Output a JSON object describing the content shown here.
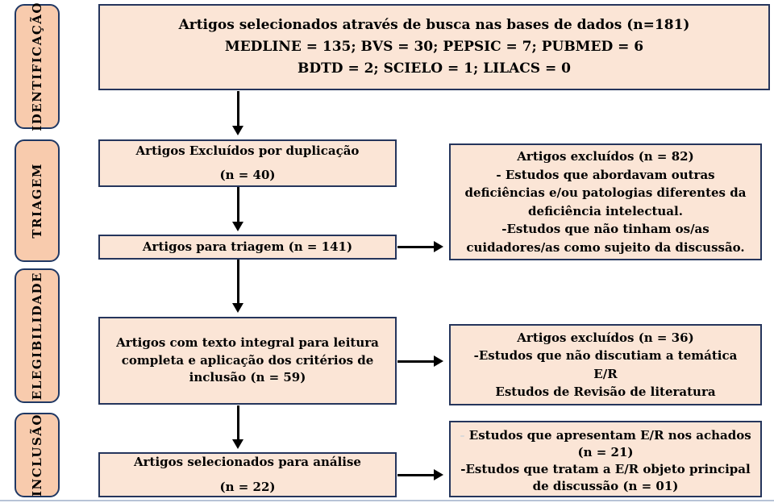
{
  "stages": [
    {
      "label": "IDENTIFICAÇÃO"
    },
    {
      "label": "TRIAGEM"
    },
    {
      "label": "ELEGIBILIDADE"
    },
    {
      "label": "INCLUSÃO"
    }
  ],
  "boxes": {
    "source": {
      "line1": "Artigos selecionados através de busca nas bases de dados (n=181)",
      "line2": "MEDLINE = 135; BVS = 30; PEPSIC = 7; PUBMED = 6",
      "line3": "BDTD = 2; SCIELO = 1; LILACS = 0"
    },
    "duplicates": {
      "line1": "Artigos Excluídos por duplicação",
      "line2": "(n = 40)"
    },
    "screening": {
      "text": "Artigos para triagem (n = 141)"
    },
    "fulltext": {
      "text": "Artigos com texto integral para leitura completa e aplicação dos critérios de inclusão (n = 59)"
    },
    "selected": {
      "line1": "Artigos selecionados para análise",
      "line2": "(n = 22)"
    },
    "excluded_screening": {
      "title": "Artigos excluídos (n = 82)",
      "item1": "- Estudos que abordavam outras deficiências e/ou patologias diferentes da deficiência intelectual.",
      "item2": "-Estudos que não tinham os/as cuidadores/as como sujeito da discussão."
    },
    "excluded_eligibility": {
      "title": "Artigos excluídos (n = 36)",
      "item1": "-Estudos que não discutiam a temática E/R",
      "item2": "Estudos de Revisão de literatura"
    },
    "included": {
      "item1_prefix": "-",
      "item1": " Estudos que apresentam E/R nos achados (n = 21)",
      "item2": "-Estudos que tratam a E/R objeto principal de discussão (n = 01)"
    }
  },
  "colors": {
    "box_fill": "#fbe5d6",
    "stage_label_fill": "#f8cbad",
    "border": "#25355c",
    "stage_border": "#1f3864",
    "arrow": "#000000",
    "bottom_divider": "#b7c3d6"
  }
}
